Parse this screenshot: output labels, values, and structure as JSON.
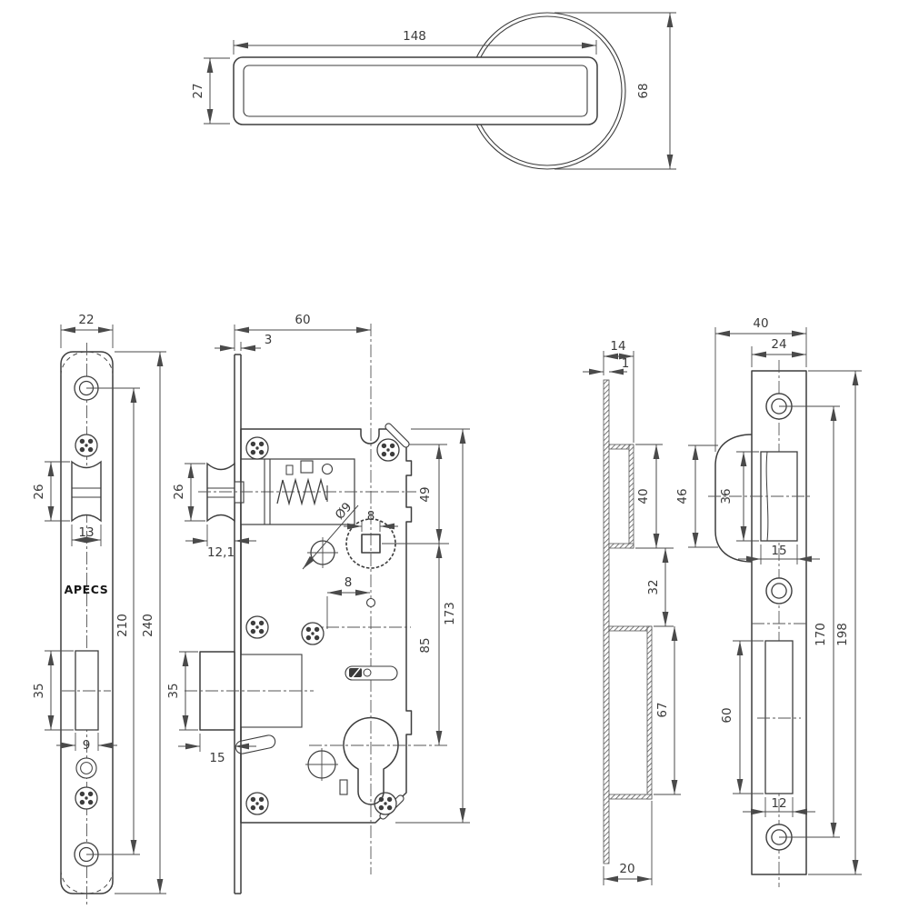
{
  "title": "Mortise lock set technical drawing",
  "colors": {
    "ink": "#3d3d3d",
    "dim_line": "#4a4a4a",
    "background": "#ffffff"
  },
  "views": {
    "handle_top": {
      "dims": {
        "handle_length": "148",
        "handle_width": "27",
        "rose_diameter": "68"
      }
    },
    "faceplate_front": {
      "brand": "APECS",
      "dims": {
        "plate_width": "22",
        "roller_height": "26",
        "roller_width": "13",
        "bolt_slot_height": "35",
        "bolt_slot_width": "9",
        "screw_spacing": "210",
        "plate_height": "240"
      }
    },
    "lock_body_side": {
      "dims": {
        "backset": "60",
        "forend_thickness": "3",
        "roller_height": "26",
        "roller_projection": "12,1",
        "top_to_spindle": "49",
        "spindle_square": "8",
        "handle_hole": "Ø9",
        "hole_offset": "8",
        "spindle_to_cylinder": "85",
        "body_height": "173",
        "deadbolt_height": "35",
        "deadbolt_throw": "15"
      }
    },
    "strike_box_profile": {
      "dims": {
        "top_depth": "14",
        "sheet_thickness": "1",
        "latch_box_height": "40",
        "box_gap": "32",
        "bolt_box_height": "67",
        "bottom_depth": "20"
      }
    },
    "strike_plate_front": {
      "dims": {
        "overall_width": "40",
        "plate_width": "24",
        "lip_height": "46",
        "latch_cutout_height": "36",
        "latch_cutout_width": "15",
        "bolt_cutout_height": "60",
        "bolt_cutout_width": "12",
        "screw_spacing": "170",
        "plate_height": "198"
      }
    }
  }
}
